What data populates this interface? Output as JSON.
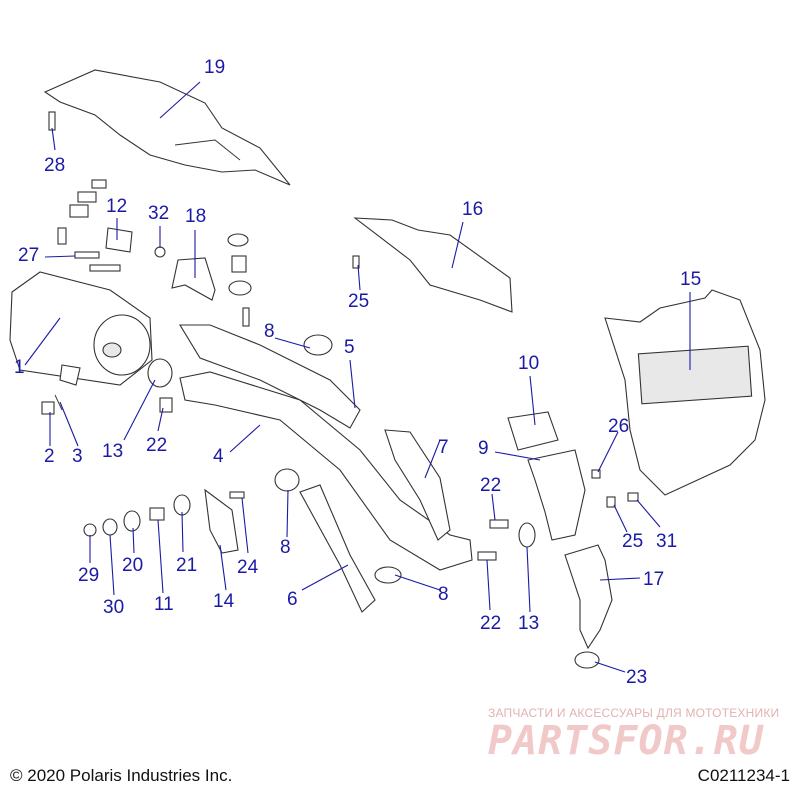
{
  "diagram": {
    "callouts": [
      {
        "id": "19",
        "text": "19"
      },
      {
        "id": "28",
        "text": "28"
      },
      {
        "id": "12",
        "text": "12"
      },
      {
        "id": "32",
        "text": "32"
      },
      {
        "id": "18",
        "text": "18"
      },
      {
        "id": "27",
        "text": "27"
      },
      {
        "id": "16",
        "text": "16"
      },
      {
        "id": "25a",
        "text": "25"
      },
      {
        "id": "15",
        "text": "15"
      },
      {
        "id": "1",
        "text": "1"
      },
      {
        "id": "8a",
        "text": "8"
      },
      {
        "id": "5",
        "text": "5"
      },
      {
        "id": "10",
        "text": "10"
      },
      {
        "id": "2",
        "text": "2"
      },
      {
        "id": "3",
        "text": "3"
      },
      {
        "id": "13a",
        "text": "13"
      },
      {
        "id": "22a",
        "text": "22"
      },
      {
        "id": "4",
        "text": "4"
      },
      {
        "id": "7",
        "text": "7"
      },
      {
        "id": "9",
        "text": "9"
      },
      {
        "id": "26",
        "text": "26"
      },
      {
        "id": "22b",
        "text": "22"
      },
      {
        "id": "8b",
        "text": "8"
      },
      {
        "id": "25b",
        "text": "25"
      },
      {
        "id": "31",
        "text": "31"
      },
      {
        "id": "29",
        "text": "29"
      },
      {
        "id": "20",
        "text": "20"
      },
      {
        "id": "21",
        "text": "21"
      },
      {
        "id": "24",
        "text": "24"
      },
      {
        "id": "30",
        "text": "30"
      },
      {
        "id": "11",
        "text": "11"
      },
      {
        "id": "14",
        "text": "14"
      },
      {
        "id": "6",
        "text": "6"
      },
      {
        "id": "8c",
        "text": "8"
      },
      {
        "id": "22c",
        "text": "22"
      },
      {
        "id": "13b",
        "text": "13"
      },
      {
        "id": "17",
        "text": "17"
      },
      {
        "id": "23",
        "text": "23"
      }
    ]
  },
  "footer": {
    "copyright": "© 2020 Polaris Industries Inc.",
    "diagram_code": "C0211234-1"
  },
  "watermark": {
    "tagline": "ЗАПЧАСТИ И АКСЕССУАРЫ ДЛЯ МОТОТЕХНИКИ",
    "brand": "PARTSFOR.RU"
  }
}
